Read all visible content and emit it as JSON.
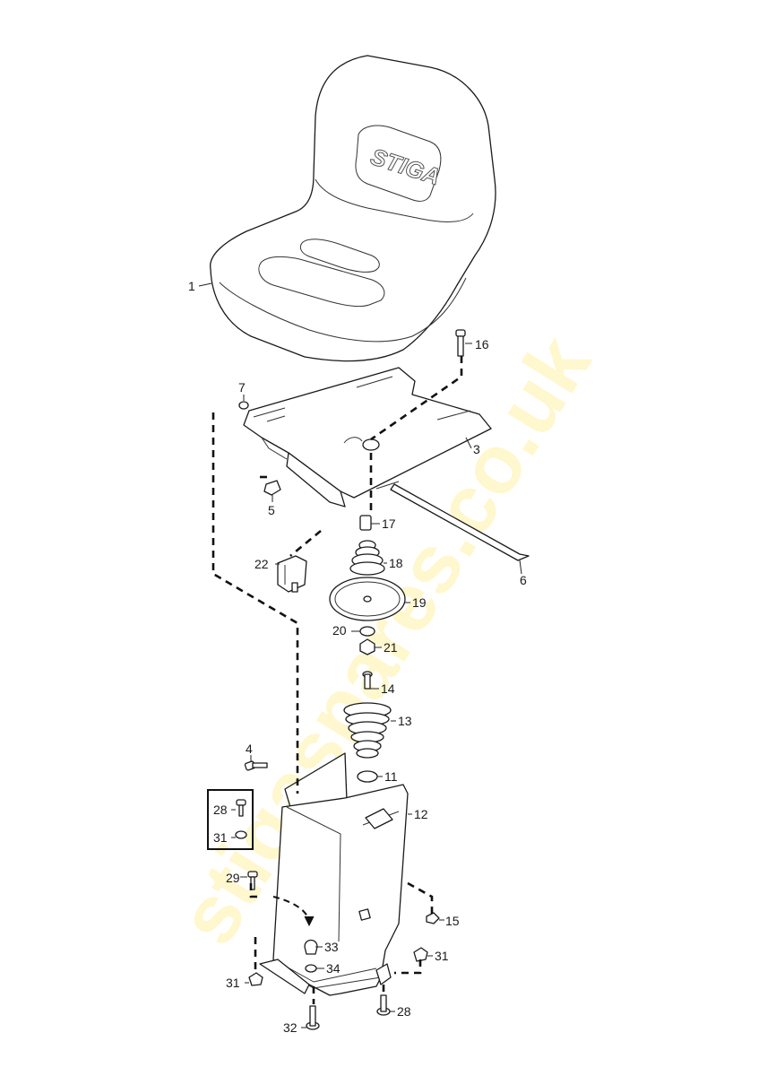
{
  "watermark": "stigaspares.co.uk",
  "seat_logo": "STIGA",
  "parts": [
    {
      "id": "label-1",
      "text": "1"
    },
    {
      "id": "label-3",
      "text": "3"
    },
    {
      "id": "label-4",
      "text": "4"
    },
    {
      "id": "label-5",
      "text": "5"
    },
    {
      "id": "label-6",
      "text": "6"
    },
    {
      "id": "label-7",
      "text": "7"
    },
    {
      "id": "label-11",
      "text": "11"
    },
    {
      "id": "label-12",
      "text": "12"
    },
    {
      "id": "label-13",
      "text": "13"
    },
    {
      "id": "label-14",
      "text": "14"
    },
    {
      "id": "label-15",
      "text": "15"
    },
    {
      "id": "label-16",
      "text": "16"
    },
    {
      "id": "label-17",
      "text": "17"
    },
    {
      "id": "label-18",
      "text": "18"
    },
    {
      "id": "label-19",
      "text": "19"
    },
    {
      "id": "label-20",
      "text": "20"
    },
    {
      "id": "label-21",
      "text": "21"
    },
    {
      "id": "label-22",
      "text": "22"
    },
    {
      "id": "label-28a",
      "text": "28"
    },
    {
      "id": "label-28b",
      "text": "28"
    },
    {
      "id": "label-29",
      "text": "29"
    },
    {
      "id": "label-31a",
      "text": "31"
    },
    {
      "id": "label-31b",
      "text": "31"
    },
    {
      "id": "label-31c",
      "text": "31"
    },
    {
      "id": "label-32",
      "text": "32"
    },
    {
      "id": "label-33",
      "text": "33"
    },
    {
      "id": "label-34",
      "text": "34"
    }
  ]
}
